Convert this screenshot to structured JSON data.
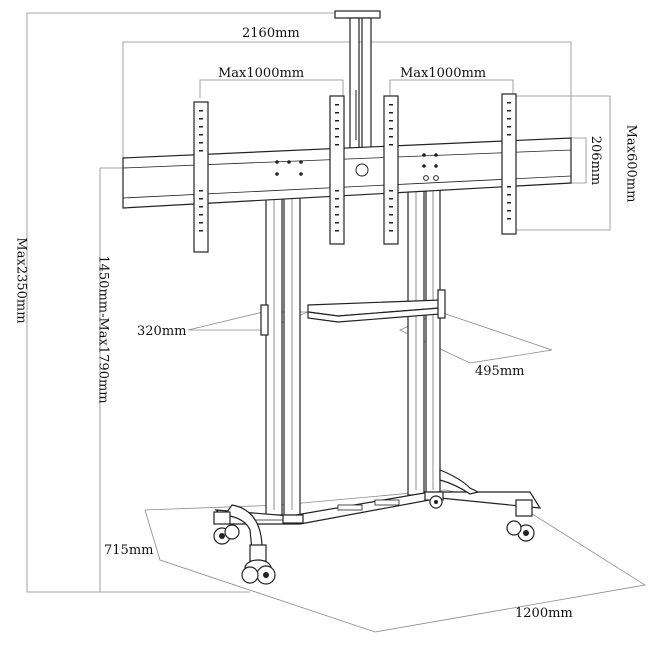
{
  "diagram": {
    "labels": {
      "overall_width": "2160mm",
      "bracket_left_width": "Max1000mm",
      "bracket_right_width": "Max1000mm",
      "crossbar_height": "206mm",
      "bracket_height": "Max600mm",
      "overall_height": "Max2350mm",
      "mount_height": "1450mm-Max1790mm",
      "shelf_depth": "320mm",
      "shelf_width": "495mm",
      "base_depth": "715mm",
      "base_width": "1200mm"
    },
    "colors": {
      "line": "#222222",
      "dimension": "#8a8a8a",
      "fill": "#ffffff"
    }
  }
}
